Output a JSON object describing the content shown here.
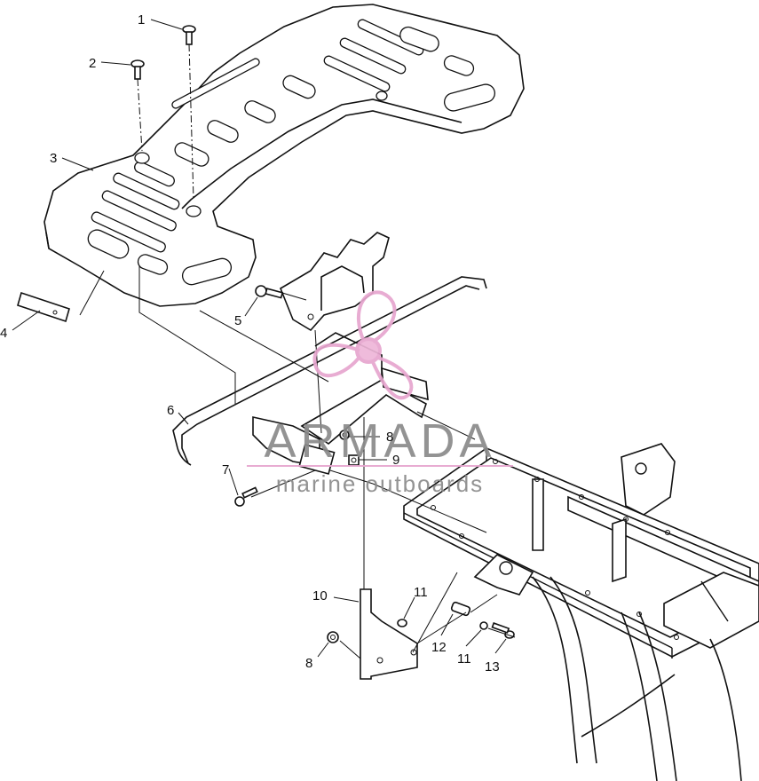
{
  "callouts": [
    {
      "id": "c1",
      "text": "1"
    },
    {
      "id": "c2",
      "text": "2"
    },
    {
      "id": "c3",
      "text": "3"
    },
    {
      "id": "c4",
      "text": "4"
    },
    {
      "id": "c5",
      "text": "5"
    },
    {
      "id": "c6",
      "text": "6"
    },
    {
      "id": "c7",
      "text": "7"
    },
    {
      "id": "c8a",
      "text": "8"
    },
    {
      "id": "c9",
      "text": "9"
    },
    {
      "id": "c10",
      "text": "10"
    },
    {
      "id": "c11a",
      "text": "11"
    },
    {
      "id": "c12",
      "text": "12"
    },
    {
      "id": "c11b",
      "text": "11"
    },
    {
      "id": "c13",
      "text": "13"
    },
    {
      "id": "c8b",
      "text": "8"
    }
  ],
  "watermark": {
    "brand": "ARMADA",
    "tagline": "marine outboards",
    "brand_color": "#8a8a8a",
    "accent_color": "#e7a6cf",
    "logo_icon": "propeller-logo-icon"
  }
}
